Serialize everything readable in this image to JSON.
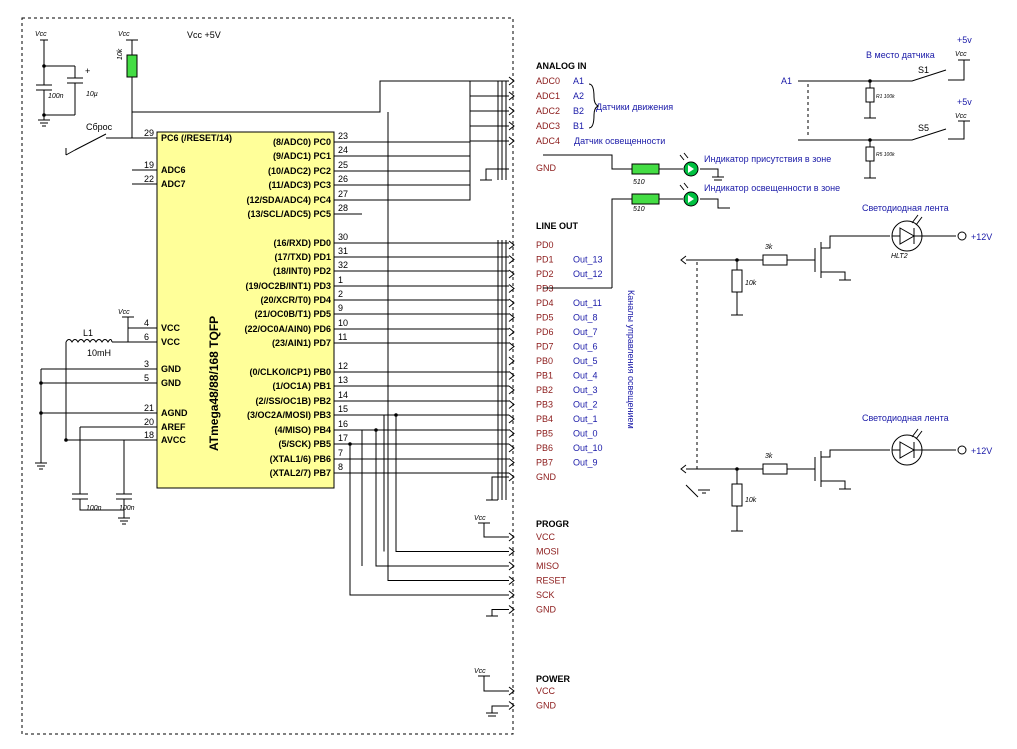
{
  "supply": {
    "vcc_label": "Vcc",
    "vcc_note": "Vcc  +5V",
    "plus12": "+12V",
    "plus5": "+5v"
  },
  "chip": {
    "name": "ATmega48/88/168 TQFP",
    "color": "#ffff99",
    "left_pins": [
      {
        "num": "29",
        "label": "PC6 (/RESET/14)"
      },
      {
        "num": "19",
        "label": "ADC6"
      },
      {
        "num": "22",
        "label": "ADC7"
      },
      {
        "num": "4",
        "label": "VCC"
      },
      {
        "num": "6",
        "label": "VCC"
      },
      {
        "num": "3",
        "label": "GND"
      },
      {
        "num": "5",
        "label": "GND"
      },
      {
        "num": "21",
        "label": "AGND"
      },
      {
        "num": "20",
        "label": "AREF"
      },
      {
        "num": "18",
        "label": "AVCC"
      }
    ],
    "right_pins": [
      {
        "num": "23",
        "label": "(8/ADC0) PC0"
      },
      {
        "num": "24",
        "label": "(9/ADC1) PC1"
      },
      {
        "num": "25",
        "label": "(10/ADC2) PC2"
      },
      {
        "num": "26",
        "label": "(11/ADC3) PC3"
      },
      {
        "num": "27",
        "label": "(12/SDA/ADC4) PC4"
      },
      {
        "num": "28",
        "label": "(13/SCL/ADC5) PC5"
      },
      {
        "num": "30",
        "label": "(16/RXD) PD0"
      },
      {
        "num": "31",
        "label": "(17/TXD) PD1"
      },
      {
        "num": "32",
        "label": "(18/INT0) PD2"
      },
      {
        "num": "1",
        "label": "(19/OC2B/INT1) PD3"
      },
      {
        "num": "2",
        "label": "(20/XCR/T0) PD4"
      },
      {
        "num": "9",
        "label": "(21/OC0B/T1) PD5"
      },
      {
        "num": "10",
        "label": "(22/OC0A/AIN0) PD6"
      },
      {
        "num": "11",
        "label": "(23/AIN1) PD7"
      },
      {
        "num": "12",
        "label": "(0/CLKO/ICP1) PB0"
      },
      {
        "num": "13",
        "label": "(1/OC1A) PB1"
      },
      {
        "num": "14",
        "label": "(2//SS/OC1B) PB2"
      },
      {
        "num": "15",
        "label": "(3/OC2A/MOSI) PB3"
      },
      {
        "num": "16",
        "label": "(4/MISO) PB4"
      },
      {
        "num": "17",
        "label": "(5/SCK) PB5"
      },
      {
        "num": "7",
        "label": "(XTAL1/6) PB6"
      },
      {
        "num": "8",
        "label": "(XTAL2/7) PB7"
      }
    ]
  },
  "left_parts": {
    "r_pullup": "10k",
    "reset_label": "Сброс",
    "c100n": "100n",
    "c10u": "10µ",
    "cap_plus": "+",
    "l1": "L1",
    "l1_value": "10mH",
    "c_aref": "100n",
    "c_avcc": "100n"
  },
  "connectors": {
    "analog": {
      "title": "ANALOG IN",
      "pins": [
        {
          "name": "ADC0",
          "alias": "A1"
        },
        {
          "name": "ADC1",
          "alias": "A2"
        },
        {
          "name": "ADC2",
          "alias": "B2"
        },
        {
          "name": "ADC3",
          "alias": "B1"
        },
        {
          "name": "ADC4",
          "alias": ""
        }
      ],
      "motion_note": "Датчики движения",
      "light_note": "Датчик освещенности",
      "gnd": "GND"
    },
    "line_out": {
      "title": "LINE OUT",
      "pins": [
        {
          "name": "PD0",
          "out": ""
        },
        {
          "name": "PD1",
          "out": "Out_13"
        },
        {
          "name": "PD2",
          "out": "Out_12"
        },
        {
          "name": "PD3",
          "out": ""
        },
        {
          "name": "PD4",
          "out": "Out_11"
        },
        {
          "name": "PD5",
          "out": "Out_8"
        },
        {
          "name": "PD6",
          "out": "Out_7"
        },
        {
          "name": "PD7",
          "out": "Out_6"
        },
        {
          "name": "PB0",
          "out": "Out_5"
        },
        {
          "name": "PB1",
          "out": "Out_4"
        },
        {
          "name": "PB2",
          "out": "Out_3"
        },
        {
          "name": "PB3",
          "out": "Out_2"
        },
        {
          "name": "PB4",
          "out": "Out_1"
        },
        {
          "name": "PB5",
          "out": "Out_0"
        },
        {
          "name": "PB6",
          "out": "Out_10"
        },
        {
          "name": "PB7",
          "out": "Out_9"
        },
        {
          "name": "GND",
          "out": ""
        }
      ],
      "channels_note": "Каналы управления освещением"
    },
    "progr": {
      "title": "PROGR",
      "pins": [
        "VCC",
        "MOSI",
        "MISO",
        "RESET",
        "SCK",
        "GND"
      ]
    },
    "power": {
      "title": "POWER",
      "pins": [
        "VCC",
        "GND"
      ]
    }
  },
  "indicators": {
    "r1": "510",
    "r2": "510",
    "led1_note": "Индикатор присутствия в зоне",
    "led2_note": "Индикатор освещенности в зоне",
    "led_color": "#00c040",
    "res_color": "#44dd44"
  },
  "sensor": {
    "header": "В место датчика",
    "a1": "A1",
    "s1": "S1",
    "s5": "S5",
    "r1": "R1\n100k",
    "r5": "R5\n100k"
  },
  "led_strips": {
    "title": "Светодиодная лента",
    "title2": "Светодиодная лента",
    "r_gate": "3k",
    "r_pd": "10k",
    "r_gate2": "3k",
    "r_pd2": "10k",
    "hl_label": "HLT2"
  },
  "colors": {
    "wire": "#000000",
    "pin_label": "#8b1a1a",
    "note": "#1a1aa8"
  }
}
